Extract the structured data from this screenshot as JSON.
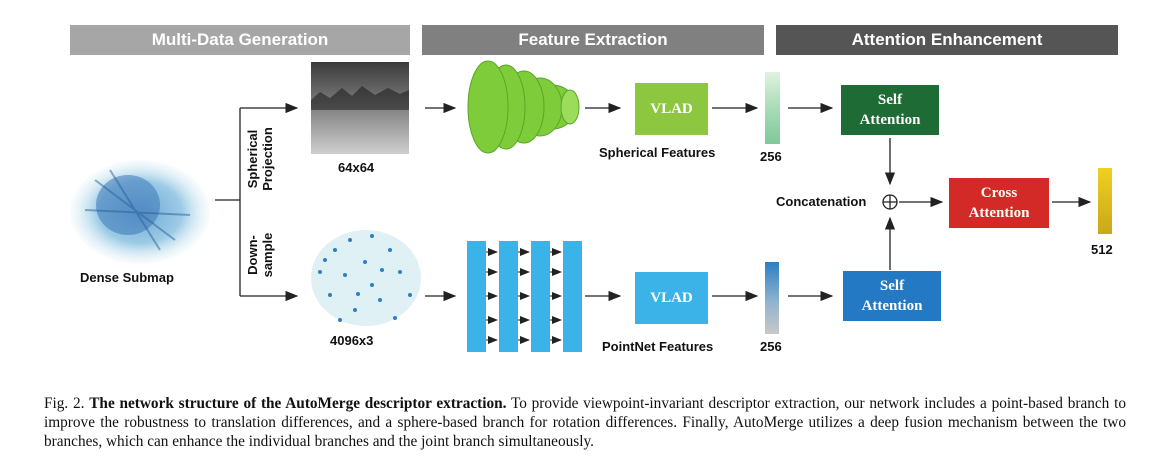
{
  "banners": {
    "multi_data": "Multi-Data Generation",
    "feature": "Feature Extraction",
    "attention": "Attention Enhancement"
  },
  "labels": {
    "dense_submap": "Dense Submap",
    "spherical_projection": "Spherical\nProjection",
    "downsample": "Down-\nsample",
    "size_64": "64x64",
    "size_4096": "4096x3",
    "spherical_features": "Spherical Features",
    "pointnet_features": "PointNet Features",
    "dim_256_top": "256",
    "dim_256_bottom": "256",
    "concatenation": "Concatenation",
    "dim_512": "512"
  },
  "boxes": {
    "vlad_top": "VLAD",
    "vlad_bottom": "VLAD",
    "self_attention_top": "Self\nAttention",
    "self_attention_bottom": "Self\nAttention",
    "cross_attention": "Cross\nAttention"
  },
  "colors": {
    "banner_multi": "#a6a6a6",
    "banner_feature": "#808080",
    "banner_attention": "#555555",
    "vlad": "#8dc63f",
    "vlad_bottom": "#3bb3e8",
    "self_top": "#1e6b35",
    "self_bottom": "#2379c4",
    "cross": "#d42a27",
    "cone": "#7fcc3a",
    "pointnet": "#3bb3e8",
    "out_512": "#e0c020"
  },
  "caption": {
    "fig_label": "Fig. 2.",
    "bold_title": "The network structure of the AutoMerge descriptor extraction.",
    "body": "To provide viewpoint-invariant descriptor extraction, our network includes a point-based branch to improve the robustness to translation differences, and a sphere-based branch for rotation differences. Finally, AutoMerge utilizes a deep fusion mechanism between the two branches, which can enhance the individual branches and the joint branch simultaneously."
  }
}
